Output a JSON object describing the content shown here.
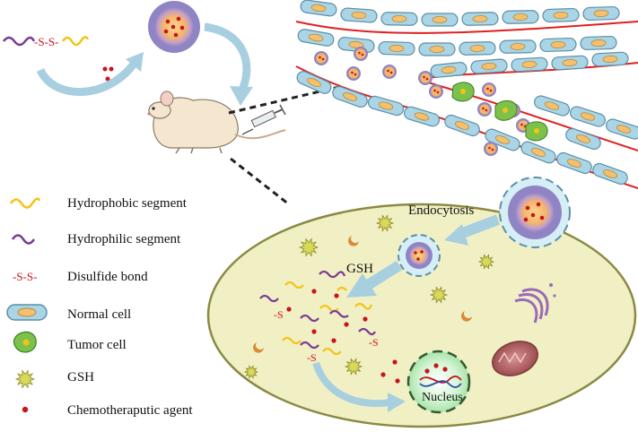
{
  "legend": {
    "items": [
      {
        "label": "Hydrophobic segment",
        "icon": "yellow-wave-icon"
      },
      {
        "label": "Hydrophilic segment",
        "icon": "purple-wave-icon"
      },
      {
        "label": "Disulfide bond",
        "icon": "disulfide-bond-icon"
      },
      {
        "label": "Normal cell",
        "icon": "normal-cell-icon"
      },
      {
        "label": "Tumor cell",
        "icon": "tumor-cell-icon"
      },
      {
        "label": "GSH",
        "icon": "gsh-star-icon"
      },
      {
        "label": "Chemotheraputic agent",
        "icon": "red-dot-icon"
      }
    ]
  },
  "polymer_linker_text": "-S-S-",
  "cell_labels": {
    "endocytosis": "Endocytosis",
    "gsh": "GSH",
    "nucleus": "Nucleus",
    "cleaved_thiol_1": "-S",
    "cleaved_thiol_2": "-S",
    "cleaved_thiol_3": "-S"
  },
  "colors": {
    "hydrophobic": "#f2c417",
    "hydrophilic": "#7a3a96",
    "drug": "#c8141c",
    "vessel_wall": "#e02020",
    "normal_cell": "#a9d5e6",
    "tumor_cell": "#7cc24a",
    "gsh": "#d8d85a",
    "cytoplasm": "#f1f0c4",
    "nucleus": "#c8f0c8",
    "micelle_shell": "#9b90c8",
    "micelle_core": "#f4b66a",
    "arrow": "#a8cfe0"
  }
}
